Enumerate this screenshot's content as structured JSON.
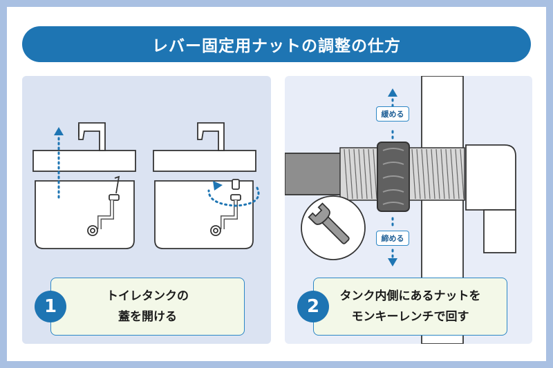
{
  "title": "レバー固定用ナットの調整の仕方",
  "steps": [
    {
      "number": "1",
      "line1": "トイレタンクの",
      "line2": "蓋を開ける"
    },
    {
      "number": "2",
      "line1": "タンク内側にあるナットを",
      "line2": "モンキーレンチで回す"
    }
  ],
  "labels": {
    "loosen": "緩める",
    "tighten": "締める"
  },
  "icons": [
    "up-arrow-icon",
    "rotate-arrow-icon",
    "wrench-icon",
    "down-arrow-icon"
  ],
  "colors": {
    "accent": "#1e75b3",
    "frame": "#a9c0e2",
    "caption_bg": "#f3f8e8"
  }
}
